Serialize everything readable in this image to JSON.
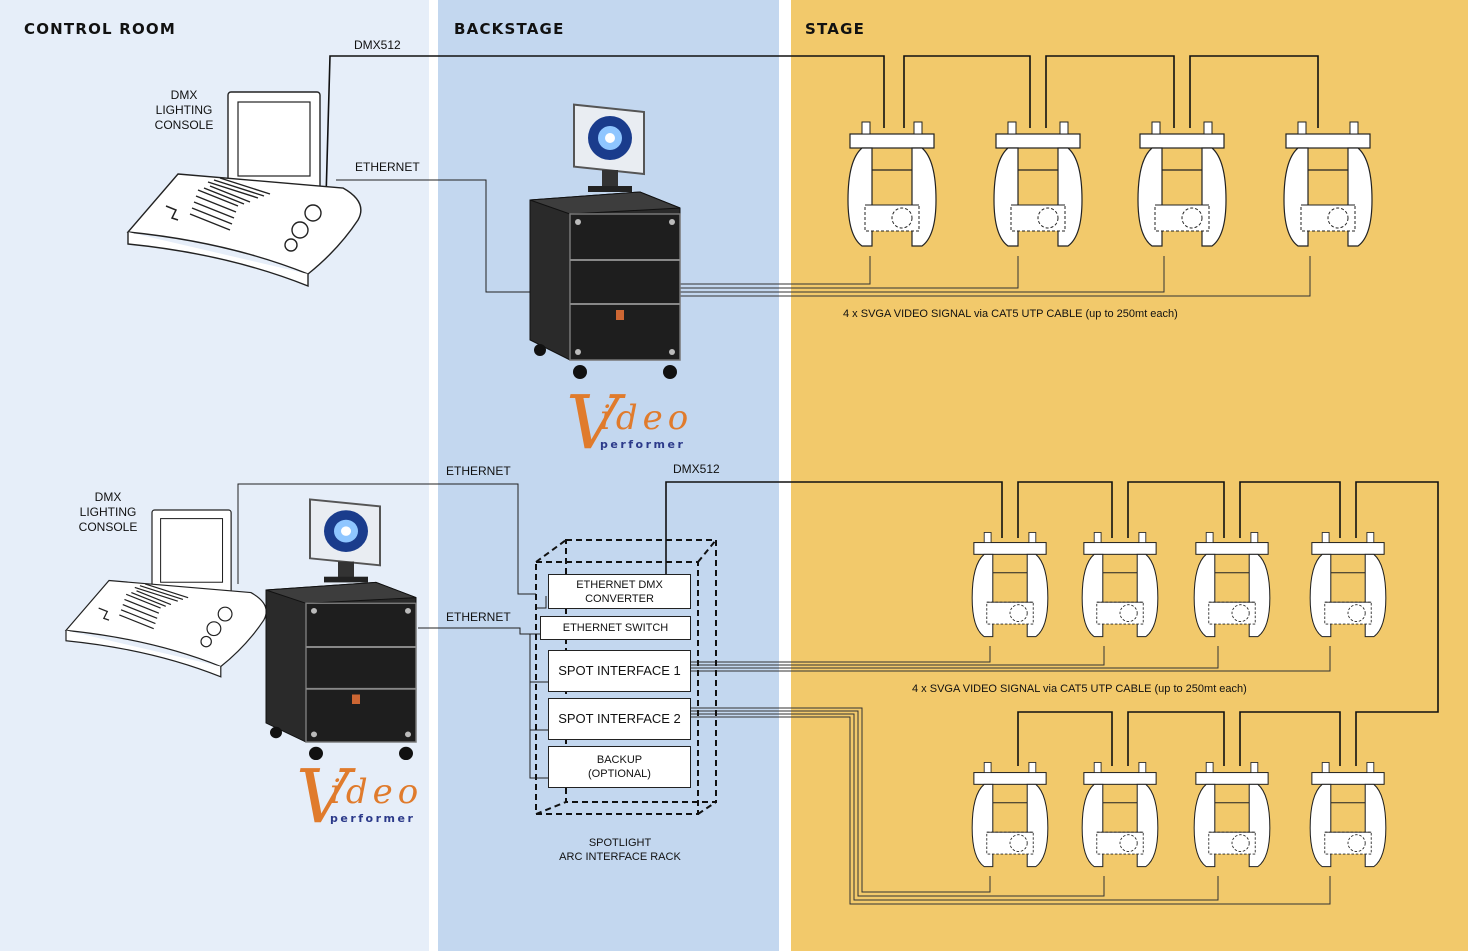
{
  "zones": {
    "control_room": "CONTROL ROOM",
    "backstage": "BACKSTAGE",
    "stage": "STAGE"
  },
  "colors": {
    "control_room_bg": "#e6eef9",
    "backstage_bg": "#c3d7ef",
    "stage_bg": "#f2c96b",
    "logo_orange": "#e07b2c",
    "logo_blue": "#2c3a8a"
  },
  "top_setup": {
    "console_label": "DMX\nLIGHTING\nCONSOLE",
    "dmx_label": "DMX512",
    "ethernet_label": "ETHERNET",
    "video_signal_label": "4 x SVGA VIDEO SIGNAL via CAT5 UTP CABLE (up to 250mt each)",
    "logo": {
      "letter": "V",
      "rest": "ideo",
      "sub": "performer"
    }
  },
  "bottom_setup": {
    "console_label": "DMX\nLIGHTING\nCONSOLE",
    "ethernet_label_top": "ETHERNET",
    "ethernet_label_mid": "ETHERNET",
    "dmx_label": "DMX512",
    "rack": {
      "modules": [
        "ETHERNET DMX\nCONVERTER",
        "ETHERNET SWITCH",
        "SPOT INTERFACE 1",
        "SPOT INTERFACE 2",
        "BACKUP\n(OPTIONAL)"
      ],
      "caption": "SPOTLIGHT\nARC INTERFACE RACK"
    },
    "video_signal_label": "4 x SVGA VIDEO SIGNAL via CAT5 UTP CABLE (up to 250mt each)",
    "logo": {
      "letter": "V",
      "rest": "ideo",
      "sub": "performer"
    }
  },
  "icons": [
    "lighting-console-icon",
    "video-server-cart-icon",
    "moving-head-fixture-icon"
  ]
}
